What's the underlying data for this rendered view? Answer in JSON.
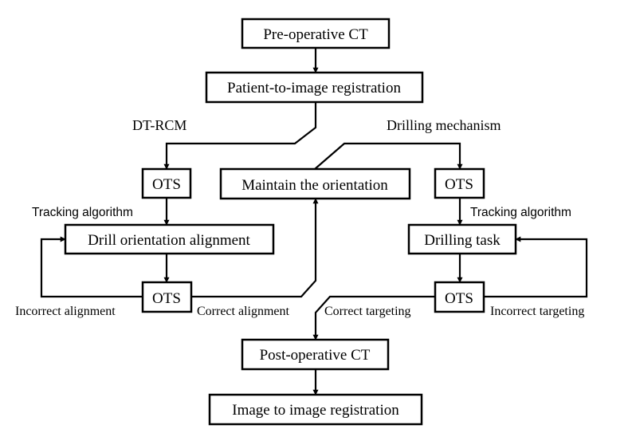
{
  "nodes": {
    "preop_ct": "Pre-operative CT",
    "patient_reg": "Patient-to-image registration",
    "ots_left_top": "OTS",
    "maintain_orientation": "Maintain the orientation",
    "ots_right_top": "OTS",
    "drill_alignment": "Drill orientation alignment",
    "drilling_task": "Drilling task",
    "ots_left_bottom": "OTS",
    "ots_right_bottom": "OTS",
    "postop_ct": "Post-operative CT",
    "image_reg": "Image to image registration"
  },
  "labels": {
    "dt_rcm": "DT-RCM",
    "drilling_mechanism": "Drilling mechanism",
    "tracking_left": "Tracking algorithm",
    "tracking_right": "Tracking algorithm",
    "incorrect_alignment": "Incorrect alignment",
    "correct_alignment": "Correct alignment",
    "correct_targeting": "Correct targeting",
    "incorrect_targeting": "Incorrect targeting"
  }
}
